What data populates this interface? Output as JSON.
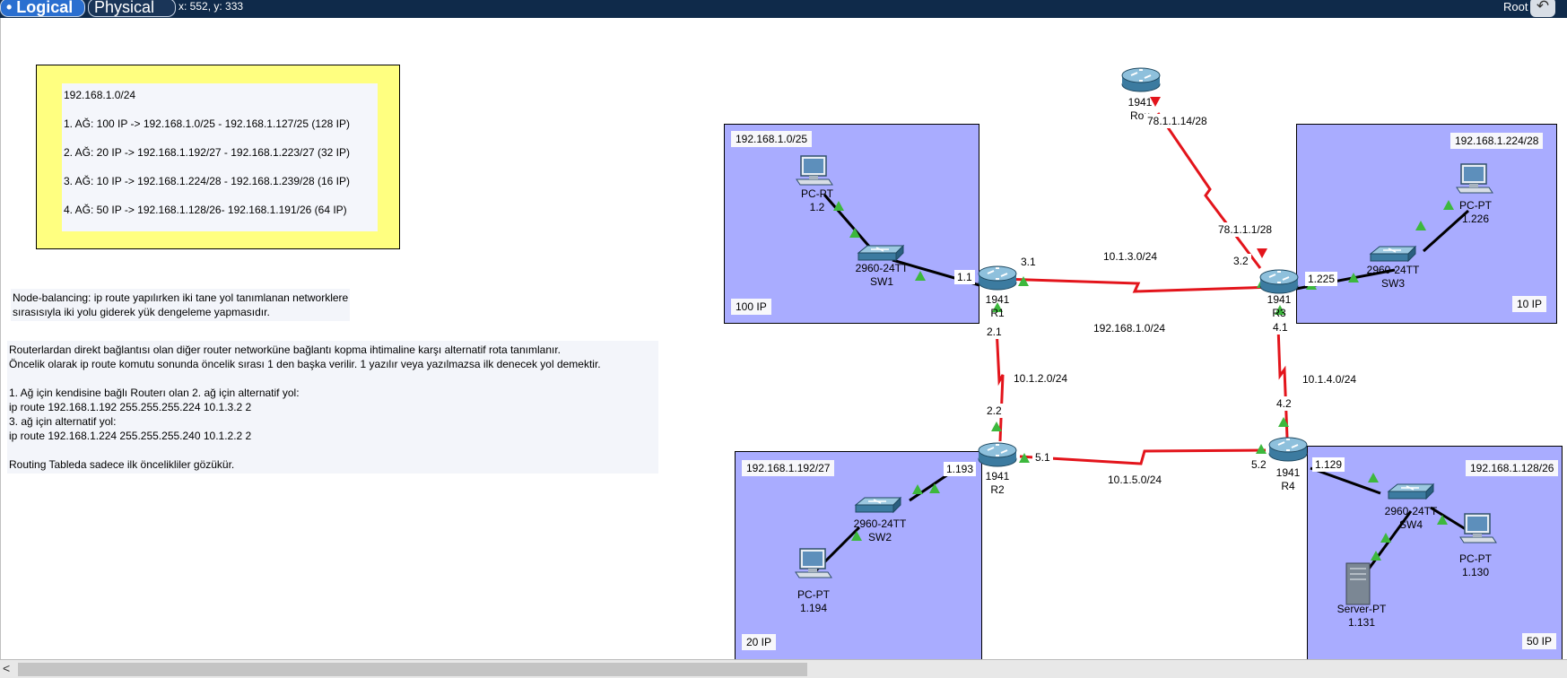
{
  "toolbar": {
    "logical_tab": "• Logical",
    "physical_tab": "Physical",
    "coords": "x: 552, y: 333",
    "root": "Root"
  },
  "note": {
    "lines": [
      "192.168.1.0/24",
      "1. AĞ: 100 IP -> 192.168.1.0/25 - 192.168.1.127/25 (128 IP)",
      "2. AĞ: 20 IP -> 192.168.1.192/27 - 192.168.1.223/27 (32 IP)",
      "3. AĞ: 10 IP -> 192.168.1.224/28 - 192.168.1.239/28 (16 IP)",
      "4. AĞ: 50 IP -> 192.168.1.128/26- 192.168.1.191/26 (64 IP)"
    ],
    "color": "#ffff80"
  },
  "node_balancing": "Node-balancing: ip route yapılırken iki tane yol tanımlanan networklere\nsırasısıyla iki yolu giderek yük dengeleme yapmasıdır.",
  "routing_note": "Routerlardan direkt bağlantısı olan diğer router networküne bağlantı kopma ihtimaline karşı alternatif rota tanımlanır.\nÖncelik olarak ip route komutu sonunda öncelik sırası 1 den başka verilir. 1 yazılır veya yazılmazsa ilk denecek yol demektir.\n\n1. Ağ için kendisine bağlı Routerı olan 2. ağ için alternatif yol:\nip route 192.168.1.192 255.255.255.224 10.1.3.2 2\n3. ağ için alternatif yol:\nip route 192.168.1.224 255.255.255.240 10.1.2.2 2\n\nRouting Tableda sadece ilk öncelikliler gözükür.",
  "areas": [
    {
      "net": "192.168.1.0/25",
      "size": "100 IP"
    },
    {
      "net": "192.168.1.224/28",
      "size": "10 IP"
    },
    {
      "net": "192.168.1.192/27",
      "size": "20 IP"
    },
    {
      "net": "192.168.1.128/26",
      "size": "50 IP"
    }
  ],
  "devices": {
    "pc1": {
      "model": "PC-PT",
      "name": "1.2"
    },
    "sw1": {
      "model": "2960-24TT",
      "name": "SW1"
    },
    "r1": {
      "model": "1941",
      "name": "R1"
    },
    "r3": {
      "model": "1941",
      "name": "R3"
    },
    "pc3": {
      "model": "PC-PT",
      "name": "1.226"
    },
    "sw3": {
      "model": "2960-24TT",
      "name": "SW3"
    },
    "isp": {
      "model": "1941",
      "name": "Rou"
    },
    "r2": {
      "model": "1941",
      "name": "R2"
    },
    "sw2": {
      "model": "2960-24TT",
      "name": "SW2"
    },
    "pc2": {
      "model": "PC-PT",
      "name": "1.194"
    },
    "r4": {
      "model": "1941",
      "name": "R4"
    },
    "sw4": {
      "model": "2960-24TT",
      "name": "SW4"
    },
    "pc4": {
      "model": "PC-PT",
      "name": "1.130"
    },
    "server": {
      "model": "Server-PT",
      "name": "1.131"
    }
  },
  "links": {
    "r1_r3": "10.1.3.0/24",
    "r1_r2": "10.1.2.0/24",
    "r3_r4": "10.1.4.0/24",
    "r2_r4": "10.1.5.0/24",
    "center": "192.168.1.0/24",
    "isp_side": "78.1.1.14/28",
    "r3_isp": "78.1.1.1/28"
  },
  "ports": {
    "r1_lan": "1.1",
    "r1_r3": "3.1",
    "r1_r2": "2.1",
    "r3_r1": "3.2",
    "r3_lan": "1.225",
    "r3_r4": "4.1",
    "r2_r1": "2.2",
    "r2_r4": "5.1",
    "r2_lan": "1.193",
    "r4_r3": "4.2",
    "r4_r2": "5.2",
    "r4_lan": "1.129"
  },
  "colors": {
    "wan_link": "#e3141b",
    "lan_link": "#000000",
    "area_fill": "#a9acff",
    "port_up": "#3db83d"
  }
}
